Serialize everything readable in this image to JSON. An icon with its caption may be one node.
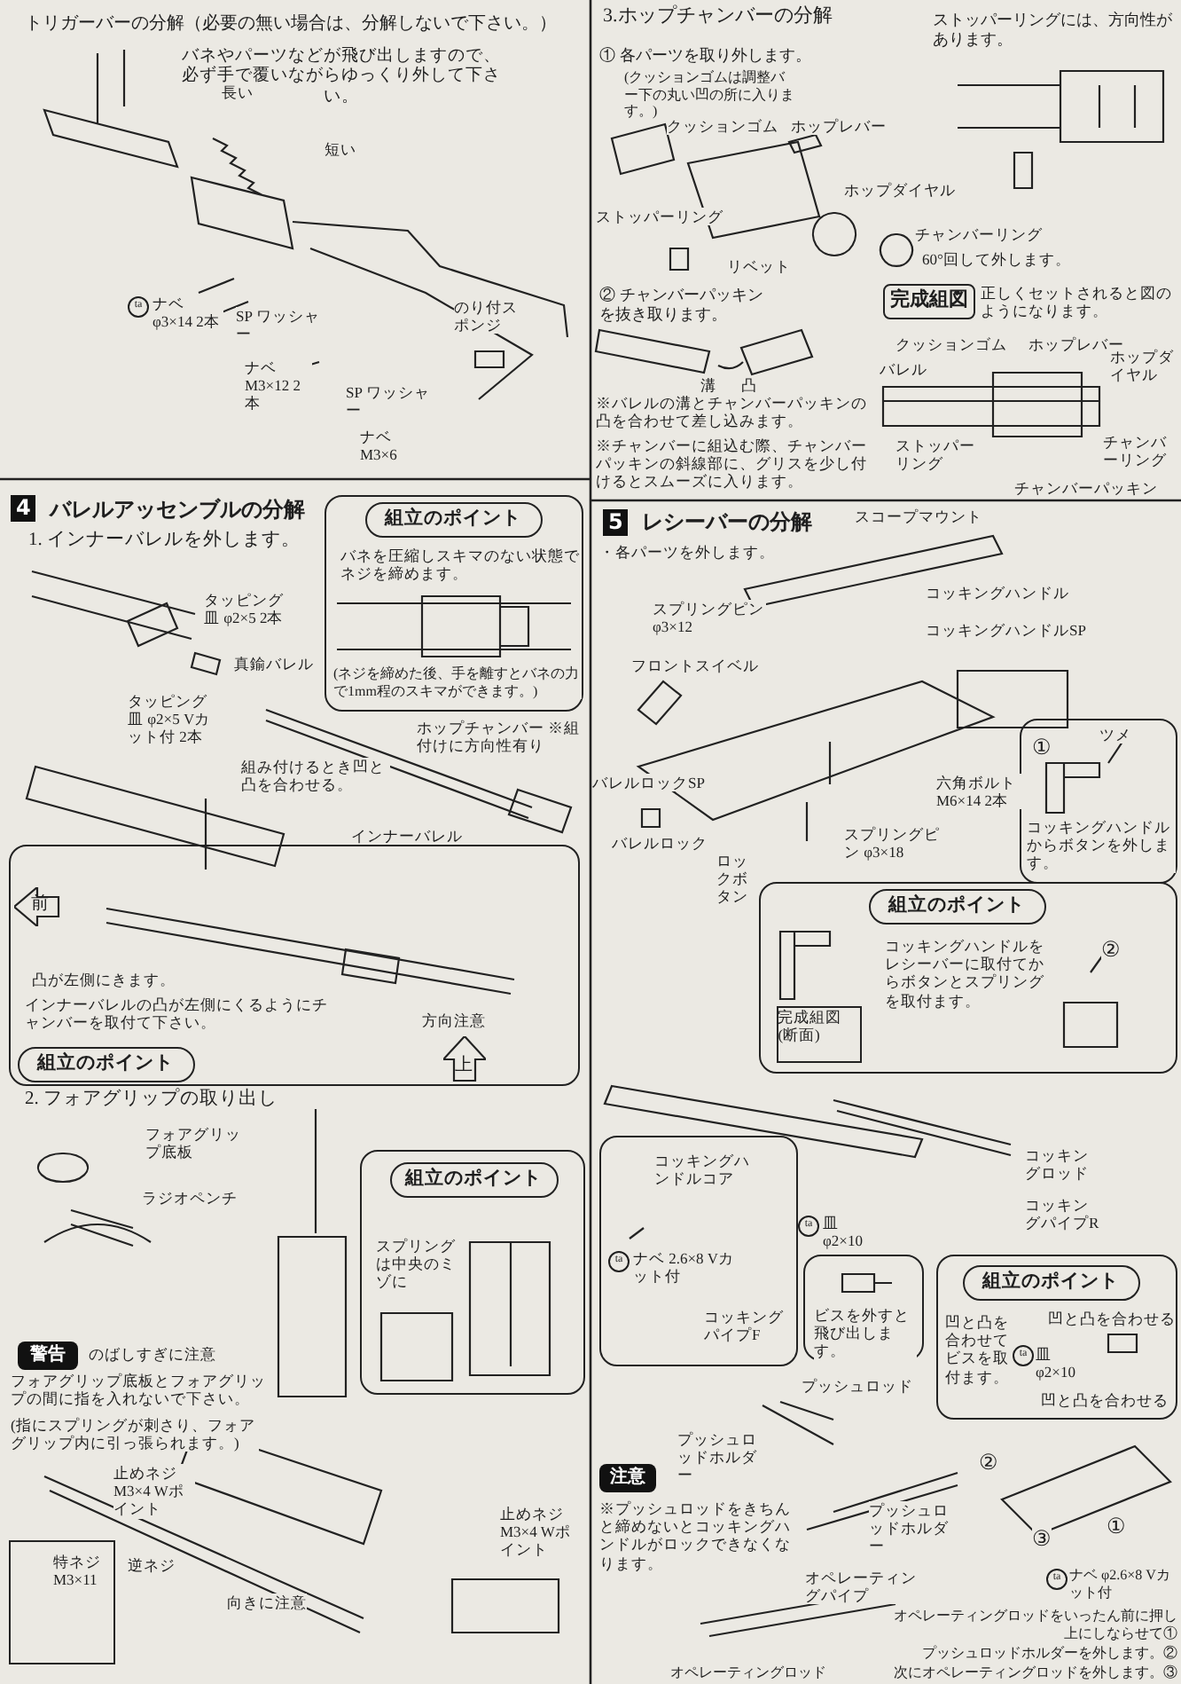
{
  "diagram": {
    "nodes": [
      {
        "text": [
          "バネを圧縮しスキマのない状態でネジを締めます。",
          "(ネジを締めた後、手を離すとバネの力で1mm程のスキマができます。)"
        ]
      },
      {
        "text": [
          "組立のポイント"
        ],
        "in": 0
      },
      {
        "text": [
          "凸が左側にきます。",
          "インナーバレルの凸が左側にくるようにチャンバーを取付て下さい。",
          "方向注意"
        ]
      },
      {
        "text": [
          "組立のポイント"
        ],
        "in": 2
      },
      {
        "text": [
          "前"
        ],
        "in": 2
      },
      {
        "text": [
          "上"
        ],
        "in": 2
      },
      {
        "text": [
          "スプリングは中央のミゾに"
        ]
      },
      {
        "text": [
          "組立のポイント"
        ],
        "in": 6
      },
      {
        "text": [
          "特ネジ M3×11"
        ]
      },
      {
        "text": [
          "警告"
        ]
      },
      {
        "text": [
          "完成組図"
        ]
      },
      {
        "text": [
          "①",
          "ツメ",
          "コッキングハンドルからボタンを外します。"
        ]
      },
      {
        "text": [
          "コッキングハンドルをレシーバーに取付てからボタンとスプリングを取付ます。",
          "②"
        ]
      },
      {
        "text": [
          "組立のポイント"
        ],
        "in": 12
      },
      {
        "text": [
          "完成組図(断面)"
        ],
        "in": 12
      },
      {
        "text": [
          "コッキングハンドルコア",
          "ta",
          "ナベ 2.6×8 Vカット付",
          "コッキングパイプF"
        ]
      },
      {
        "text": [
          "ビスを外すと飛び出します。"
        ]
      },
      {
        "text": [
          "凹と凸を合わせてビスを取付ます。",
          "凹と凸を合わせる",
          "ta",
          "皿 φ2×10",
          "凹と凸を合わせる"
        ]
      },
      {
        "text": [
          "組立のポイント"
        ],
        "in": 17
      },
      {
        "text": [
          "注意"
        ]
      }
    ],
    "labels": [
      "トリガーバーの分解（必要の無い場合は、分解しないで下さい。）",
      "バネやパーツなどが飛び出しますので、必ず手で覆いながらゆっくり外して下さい。",
      "長い",
      "短い",
      "ta",
      "ナベ φ3×14 2本",
      "SP ワッシャー",
      "のり付スポンジ",
      "ナベ M3×12 2本",
      "SP ワッシャー",
      "ナベ M3×6",
      "3.ホップチャンバーの分解",
      "ストッパーリングには、方向性があります。",
      "① 各パーツを取り外します。",
      "(クッションゴムは調整バー下の丸い凹の所に入ります。)",
      "クッションゴム",
      "ホップレバー",
      "ホップダイヤル",
      "ストッパーリング",
      "チャンバーリング",
      "リベット",
      "60°回して外します。",
      "② チャンバーパッキンを抜き取ります。",
      "溝",
      "凸",
      "※バレルの溝とチャンバーパッキンの凸を合わせて差し込みます。",
      "※チャンバーに組込む際、チャンバーパッキンの斜線部に、グリスを少し付けるとスムーズに入ります。",
      "正しくセットされると図のようになります。",
      "クッションゴム",
      "ホップレバー",
      "バレル",
      "ホップダイヤル",
      "ストッパーリング",
      "チャンバーリング",
      "チャンバーパッキン",
      "4",
      "バレルアッセンブルの分解",
      "1. インナーバレルを外します。",
      "タッピング皿 φ2×5 2本",
      "真鍮バレル",
      "タッピング皿 φ2×5 Vカット付 2本",
      "組み付けるとき凹と凸を合わせる。",
      "インナーバレル",
      "ホップチャンバー ※組付けに方向性有り",
      "2. フォアグリップの取り出し",
      "フォアグリップ底板",
      "ラジオペンチ",
      "のばしすぎに注意",
      "フォアグリップ底板とフォアグリップの間に指を入れないで下さい。",
      "(指にスプリングが刺さり、フォアグリップ内に引っ張られます。)",
      "止めネジ M3×4 Wポイント",
      "逆ネジ",
      "止めネジ M3×4 Wポイント",
      "向きに注意",
      "5",
      "レシーバーの分解",
      "スコープマウント",
      "・各パーツを外します。",
      "コッキングハンドル",
      "スプリングピン φ3×12",
      "コッキングハンドルSP",
      "フロントスイベル",
      "バレルロックSP",
      "六角ボルト M6×14 2本",
      "バレルロック",
      "スプリングピン φ3×18",
      "ロックボタン",
      "コッキングロッド",
      "ta",
      "皿 φ2×10",
      "コッキングパイプR",
      "プッシュロッド",
      "プッシュロッドホルダー",
      "※プッシュロッドをきちんと締めないとコッキングハンドルがロックできなくなります。",
      "プッシュロッドホルダー",
      "②",
      "①",
      "③",
      "オペレーティングパイプ",
      "ta",
      "ナベ φ2.6×8 Vカット付",
      "オペレーティングロッドをいったん前に押し上にしならせて①",
      "プッシュロッドホルダーを外します。②",
      "オペレーティングロッド",
      "次にオペレーティングロッドを外します。③"
    ]
  }
}
